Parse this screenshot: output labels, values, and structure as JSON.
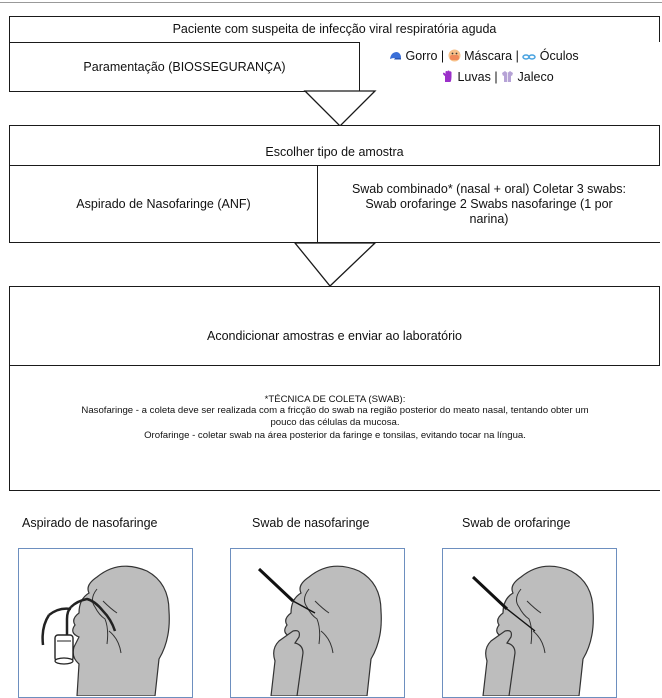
{
  "title": "Paciente com suspeita de infecção viral respiratória aguda",
  "paramentacao": {
    "label": "Paramentação (BIOSSEGURANÇA)",
    "items": [
      {
        "name": "Gorro",
        "icon": "cap-icon",
        "color": "#3a6fd8"
      },
      {
        "name": "Máscara",
        "icon": "mask-icon",
        "color": "#f08a5a"
      },
      {
        "name": "Óculos",
        "icon": "goggles-icon",
        "color": "#4aa3e0"
      },
      {
        "name": "Luvas",
        "icon": "gloves-icon",
        "color": "#9b2fc9"
      },
      {
        "name": "Jaleco",
        "icon": "coat-icon",
        "color": "#b6a3d6"
      }
    ],
    "sep": "|"
  },
  "amostra": {
    "title": "Escolher tipo de amostra",
    "option_anf": "Aspirado de Nasofaringe (ANF)",
    "option_swab_line1": "Swab combinado* (nasal + oral) Coletar 3 swabs:",
    "option_swab_line2": "Swab orofaringe   2 Swabs nasofaringe (1 por",
    "option_swab_line3": "narina)"
  },
  "acondicionar": "Acondicionar amostras e enviar ao laboratório",
  "tecnica": {
    "title": "*TÉCNICA DE COLETA (SWAB):",
    "naso_line1": "Nasofaringe  - a coleta deve ser realizada com a fricção do swab na região posterior do meato  nasal, tentando obter um",
    "naso_line2": "pouco das células da mucosa.",
    "oro": "Orofaringe -  coletar swab na área posterior da faringe e tonsilas, evitando tocar na língua."
  },
  "images": [
    {
      "caption": "Aspirado de nasofaringe",
      "icon": "aspirate-illustration-icon"
    },
    {
      "caption": "Swab de nasofaringe",
      "icon": "nasal-swab-illustration-icon"
    },
    {
      "caption": "Swab de orofaringe",
      "icon": "oral-swab-illustration-icon"
    }
  ],
  "colors": {
    "border": "#1a1a1a",
    "frame": "#6d8fbf",
    "head_fill": "#bdbdbd"
  }
}
